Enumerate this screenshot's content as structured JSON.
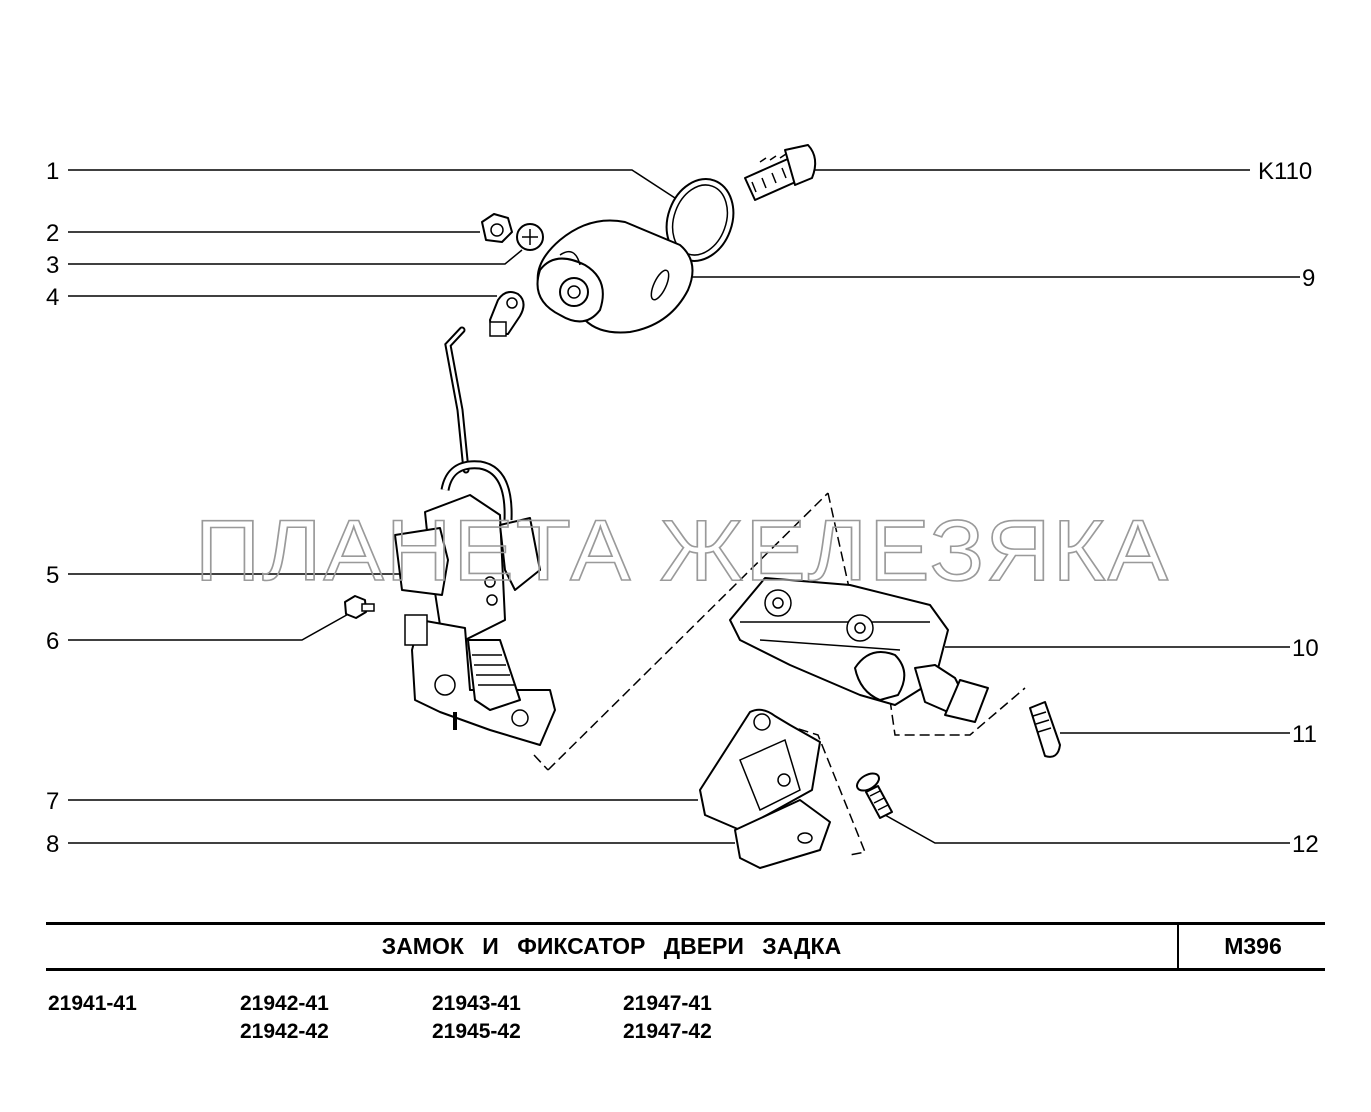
{
  "callouts": {
    "c1": "1",
    "c2": "2",
    "c3": "3",
    "c4": "4",
    "c5": "5",
    "c6": "6",
    "c7": "7",
    "c8": "8",
    "c9": "9",
    "c10": "10",
    "c11": "11",
    "c12": "12",
    "ck110": "K110"
  },
  "watermark": "ПЛАНЕТА ЖЕЛЕЗЯКА",
  "title": {
    "text": "ЗАМОК И ФИКСАТОР ДВЕРИ ЗАДКА",
    "code": "M396"
  },
  "models": {
    "m1": "21941-41",
    "m2": "21942-41",
    "m3": "21942-42",
    "m4": "21943-41",
    "m5": "21945-42",
    "m6": "21947-41",
    "m7": "21947-42"
  }
}
